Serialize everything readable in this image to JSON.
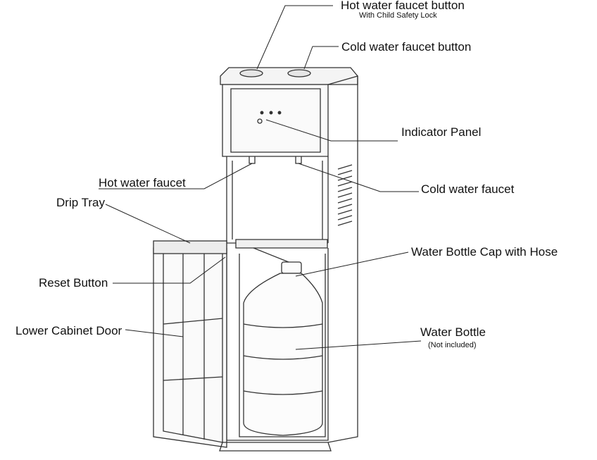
{
  "diagram": {
    "labels": {
      "hot_button": "Hot water faucet button",
      "hot_button_sub": "With Child Safety Lock",
      "cold_button": "Cold water faucet button",
      "indicator_panel": "Indicator Panel",
      "hot_faucet": "Hot water faucet",
      "cold_faucet": "Cold water faucet",
      "drip_tray": "Drip Tray",
      "bottle_cap": "Water Bottle Cap with Hose",
      "reset_button": "Reset Button",
      "lower_door": "Lower Cabinet Door",
      "water_bottle": "Water Bottle",
      "water_bottle_sub": "(Not included)"
    }
  }
}
